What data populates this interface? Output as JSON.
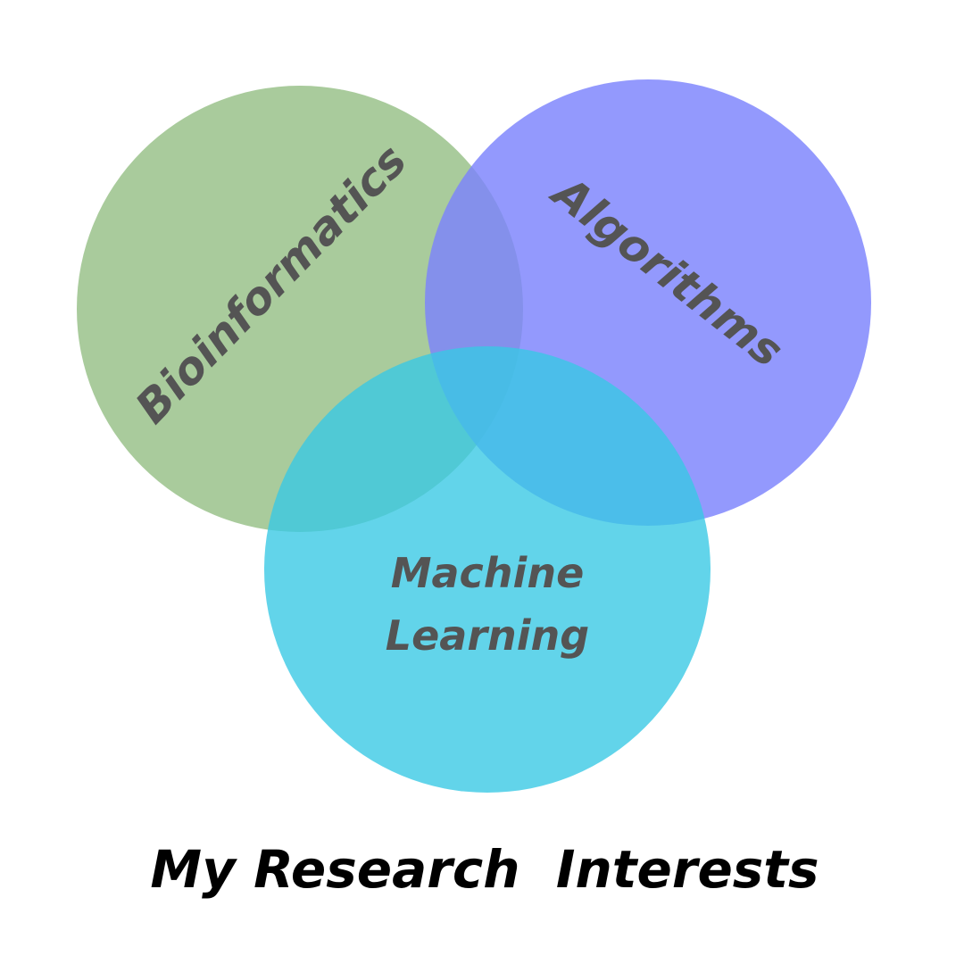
{
  "diagram": {
    "title": "My Research  Interests",
    "circles": [
      {
        "label": "Bioinformatics",
        "color": "#a9cb9c"
      },
      {
        "label": "Algorithms",
        "color": "#7b82fd"
      },
      {
        "label_line1": "Machine",
        "label_line2": "Learning",
        "color": "#38c8e4"
      }
    ],
    "label_color": "#545454"
  }
}
